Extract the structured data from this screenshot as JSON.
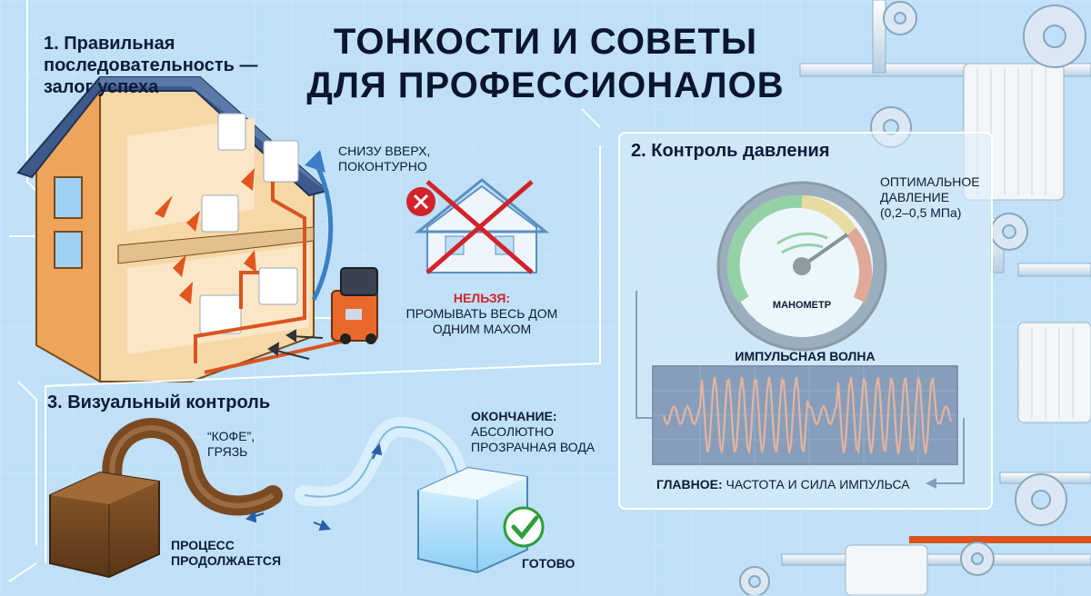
{
  "title": [
    "ТОНКОСТИ И СОВЕТЫ",
    "ДЛЯ ПРОФЕССИОНАЛОВ"
  ],
  "section1": {
    "heading": [
      "1. Правильная",
      "последовательность —",
      "залог успеха"
    ],
    "note": [
      "СНИЗУ ВВЕРХ,",
      "ПОКОНТУРНО"
    ],
    "forbidden_label": "НЕЛЬЗЯ:",
    "forbidden_text": [
      "ПРОМЫВАТЬ ВЕСЬ ДОМ",
      "ОДНИМ МАХОМ"
    ]
  },
  "section2": {
    "heading": "2. Контроль давления",
    "optimal": [
      "ОПТИМАЛЬНОЕ",
      "ДАВЛЕНИЕ",
      "(0,2–0,5 МПа)"
    ],
    "gauge_label": "МАНОМЕТР",
    "wave_label": "ИМПУЛЬСНАЯ ВОЛНА",
    "main_label": "ГЛАВНОЕ:",
    "main_text": "ЧАСТОТА И СИЛА ИМПУЛЬСА"
  },
  "section3": {
    "heading": "3. Визуальный контроль",
    "dirty": [
      "“КОФЕ”,",
      "ГРЯЗЬ"
    ],
    "process": [
      "ПРОЦЕСС",
      "ПРОДОЛЖАЕТСЯ"
    ],
    "end_label": "ОКОНЧАНИЕ:",
    "end_text": [
      "АБСОЛЮТНО",
      "ПРОЗРАЧНАЯ ВОДА"
    ],
    "done": "ГОТОВО"
  },
  "colors": {
    "background": "#bfe0f6",
    "accent_red": "#d2232a",
    "pipe_orange": "#d9541e",
    "wave_bg": "#1d3d6e",
    "green_check": "#2e9e3a"
  },
  "icons": [
    "house-cutaway-icon",
    "flushing-pump-icon",
    "crossed-house-icon",
    "pressure-gauge-icon",
    "wave-chart-icon",
    "dirty-container-icon",
    "clean-container-icon",
    "check-icon",
    "gear-icon",
    "radiator-icon"
  ]
}
